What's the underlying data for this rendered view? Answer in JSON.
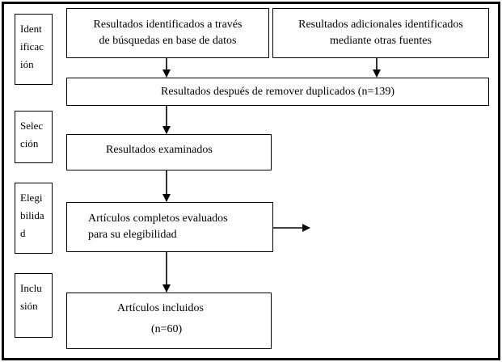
{
  "stages": {
    "identificacion": [
      "Ident",
      "ificac",
      "ión"
    ],
    "seleccion": [
      "Selec",
      "ción"
    ],
    "elegibilidad": [
      "Elegi",
      "bilida",
      "d"
    ],
    "inclusion": [
      "Inclu",
      "sión"
    ]
  },
  "boxes": {
    "database_search": [
      "Resultados identificados a través",
      "de búsquedas en base de datos"
    ],
    "other_sources": [
      "Resultados adicionales identificados",
      "mediante otras fuentes"
    ],
    "after_duplicates": "Resultados después de remover duplicados (n=139)",
    "screened": "Resultados examinados",
    "full_text": [
      "Artículos completos evaluados",
      "para su elegibilidad"
    ],
    "included": [
      "Artículos incluidos",
      "(n=60)"
    ]
  }
}
